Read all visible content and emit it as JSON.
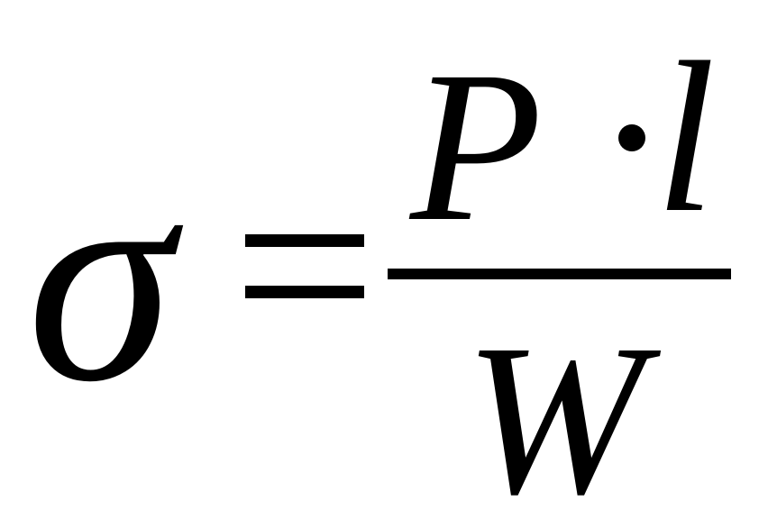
{
  "formula": {
    "lhs": "σ",
    "numerator": {
      "left": "P",
      "operator_icon": "dot",
      "right": "l"
    },
    "denominator": "W"
  }
}
